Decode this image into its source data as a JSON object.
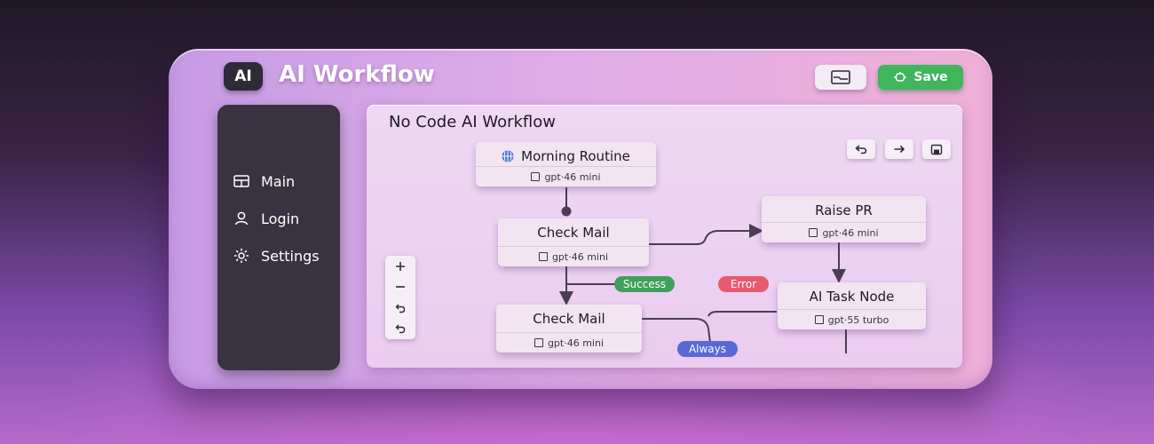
{
  "app": {
    "logo_text": "AI",
    "title": "AI Workflow"
  },
  "header": {
    "save_label": "Save",
    "layout_icon": "panel-layout-icon"
  },
  "sidebar": {
    "items": [
      {
        "label": "Main",
        "icon": "layout-icon"
      },
      {
        "label": "Login",
        "icon": "user-icon"
      },
      {
        "label": "Settings",
        "icon": "gear-icon"
      }
    ]
  },
  "canvas": {
    "title": "No Code AI Workflow",
    "toolbar": [
      "undo-icon",
      "redo-icon",
      "save-disk-icon"
    ],
    "zoom_controls": [
      "+",
      "−",
      "↶",
      "↶"
    ]
  },
  "nodes": {
    "morning": {
      "title": "Morning Routine",
      "model": "gpt·46 mini",
      "icon": "globe-icon"
    },
    "check_mail_1": {
      "title": "Check Mail",
      "model": "gpt·46 mini"
    },
    "raise_pr": {
      "title": "Raise PR",
      "model": "gpt·46 mini"
    },
    "check_mail_2": {
      "title": "Check Mail",
      "model": "gpt·46 mini"
    },
    "ai_task": {
      "title": "AI Task Node",
      "model": "gpt·55 turbo"
    }
  },
  "edges": {
    "success": "Success",
    "error": "Error",
    "always": "Always"
  },
  "colors": {
    "save": "#3fb55c",
    "success": "#3f9f5c",
    "error": "#e85a6e",
    "always": "#5a68d6",
    "sidebar": "#393240"
  }
}
